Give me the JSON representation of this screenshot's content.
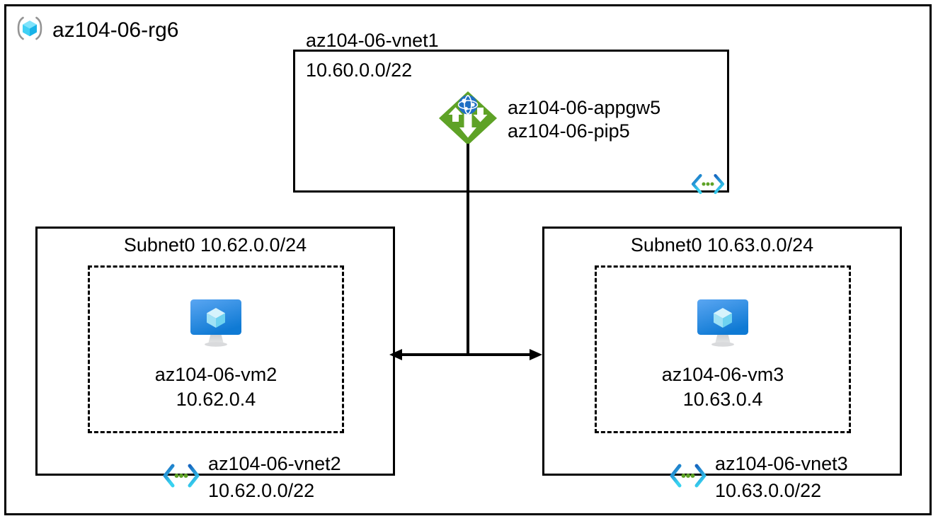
{
  "diagram": {
    "type": "azure-network-architecture",
    "background_color": "#ffffff",
    "line_color": "#000000"
  },
  "resource_group": {
    "name": "az104-06-rg6",
    "icon": "resource-group-icon",
    "icon_colors": {
      "bracket": "#949494",
      "cube_light": "#7fe3fb",
      "cube_mid": "#32c5f4",
      "cube_dark": "#18b3e8"
    }
  },
  "vnet1": {
    "title": "az104-06-vnet1",
    "address_space": "10.60.0.0/22",
    "badge_icon": "virtual-network-icon",
    "gateway": {
      "icon": "application-gateway-icon",
      "icon_colors": {
        "diamond": "#5ea226",
        "arrows": "#ffffff",
        "globe": "#1f6fc4"
      },
      "labels": [
        "az104-06-appgw5",
        "az104-06-pip5"
      ]
    }
  },
  "vnet2": {
    "subnet_label": "Subnet0 10.62.0.0/24",
    "vm": {
      "icon": "virtual-machine-icon",
      "icon_colors": {
        "screen_top": "#4a9cf0",
        "screen_bottom": "#0f7ad4",
        "cube": "#b5e8f7",
        "stand": "#b9bbbd"
      },
      "name": "az104-06-vm2",
      "ip": "10.62.0.4"
    },
    "badge_icon": "virtual-network-icon",
    "name": "az104-06-vnet2",
    "address_space": "10.62.0.0/22"
  },
  "vnet3": {
    "subnet_label": "Subnet0 10.63.0.0/24",
    "vm": {
      "icon": "virtual-machine-icon",
      "icon_colors": {
        "screen_top": "#4a9cf0",
        "screen_bottom": "#0f7ad4",
        "cube": "#b5e8f7",
        "stand": "#b9bbbd"
      },
      "name": "az104-06-vm3",
      "ip": "10.63.0.4"
    },
    "badge_icon": "virtual-network-icon",
    "name": "az104-06-vnet3",
    "address_space": "10.63.0.0/22"
  },
  "connections": {
    "gateway_to_peering": {
      "style": "solid-line",
      "orientation": "vertical"
    },
    "vnet2_to_vnet3_peering": {
      "style": "double-headed-arrow",
      "orientation": "horizontal"
    }
  },
  "icon_palette": {
    "vnet_chevron_dark": "#1666c0",
    "vnet_chevron_cyan": "#38d2f0",
    "vnet_dots": "#5ea226"
  }
}
